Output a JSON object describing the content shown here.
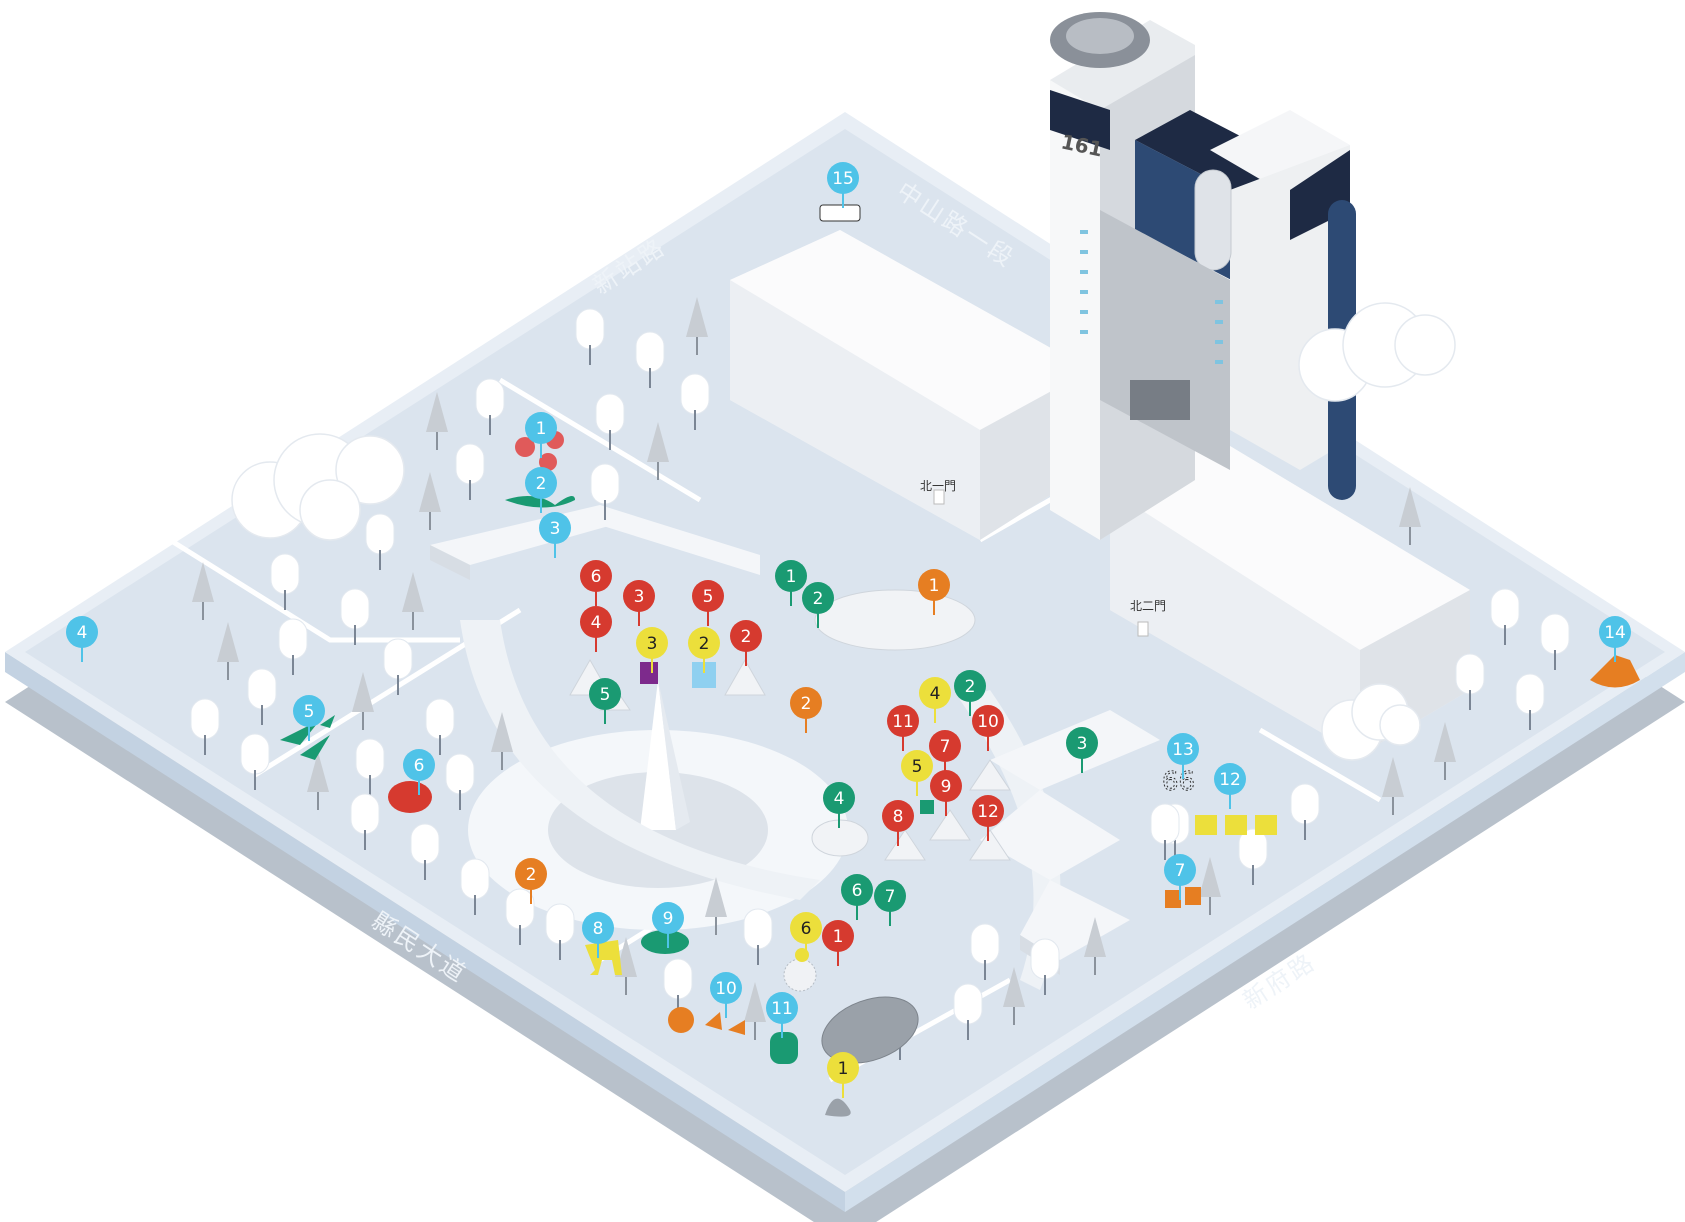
{
  "roads": {
    "north_east": "中山路一段",
    "north_west": "新站路",
    "south_west": "縣民大道",
    "south_east": "新府路"
  },
  "gates": {
    "north1": "北一門",
    "north2": "北二門"
  },
  "tower_number": "161",
  "colors": {
    "ground": "#dbe4ee",
    "platform_top": "#e6edf4",
    "platform_side": "#c9d7e6",
    "shadow": "#b5bec8",
    "blue_pin": "#4fc3e8",
    "red_pin": "#d63a2f",
    "green_pin": "#1a9a72",
    "yellow_pin": "#ecdf3b",
    "orange_pin": "#e67e22",
    "tower_dark": "#1e2a44",
    "tower_accent": "#2d4a74"
  },
  "markers": {
    "blue": [
      {
        "label": "1"
      },
      {
        "label": "2"
      },
      {
        "label": "3"
      },
      {
        "label": "4"
      },
      {
        "label": "5"
      },
      {
        "label": "6"
      },
      {
        "label": "7"
      },
      {
        "label": "8"
      },
      {
        "label": "9"
      },
      {
        "label": "10"
      },
      {
        "label": "11"
      },
      {
        "label": "12"
      },
      {
        "label": "13"
      },
      {
        "label": "14"
      },
      {
        "label": "15"
      }
    ],
    "red": [
      {
        "label": "1"
      },
      {
        "label": "2"
      },
      {
        "label": "3"
      },
      {
        "label": "4"
      },
      {
        "label": "5"
      },
      {
        "label": "6"
      },
      {
        "label": "7"
      },
      {
        "label": "8"
      },
      {
        "label": "9"
      },
      {
        "label": "10"
      },
      {
        "label": "11"
      },
      {
        "label": "12"
      }
    ],
    "green": [
      {
        "label": "1"
      },
      {
        "label": "2"
      },
      {
        "label": "2"
      },
      {
        "label": "3"
      },
      {
        "label": "4"
      },
      {
        "label": "5"
      },
      {
        "label": "6"
      },
      {
        "label": "7"
      }
    ],
    "yellow": [
      {
        "label": "1"
      },
      {
        "label": "2"
      },
      {
        "label": "3"
      },
      {
        "label": "4"
      },
      {
        "label": "5"
      },
      {
        "label": "6"
      }
    ],
    "orange": [
      {
        "label": "1"
      },
      {
        "label": "2"
      },
      {
        "label": "2"
      }
    ]
  }
}
